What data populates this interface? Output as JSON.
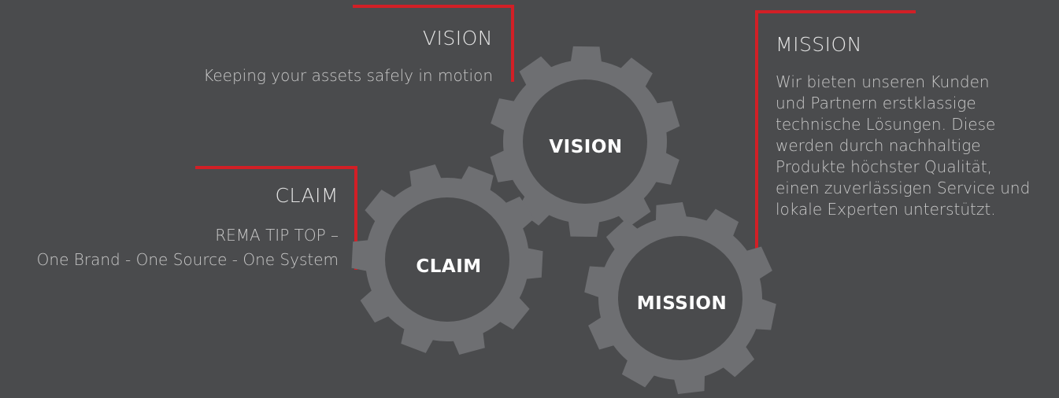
{
  "colors": {
    "background": "#4a4b4d",
    "gear": "#6e6f72",
    "accent": "#d21f26"
  },
  "vision": {
    "heading": "VISION",
    "text": "Keeping your assets safely in motion",
    "gear_label": "VISION"
  },
  "claim": {
    "heading": "CLAIM",
    "text_line1": "REMA TIP TOP –",
    "text_line2": "One Brand - One Source - One System",
    "gear_label": "CLAIM"
  },
  "mission": {
    "heading": "MISSION",
    "text_lines": [
      "Wir bieten unseren Kunden",
      "und Partnern erstklassige",
      "technische Lösungen. Diese",
      "werden durch nachhaltige",
      "Produkte höchster Qualität,",
      "einen zuverlässigen Service und",
      "lokale Experten unterstützt."
    ],
    "gear_label": "MISSION"
  }
}
